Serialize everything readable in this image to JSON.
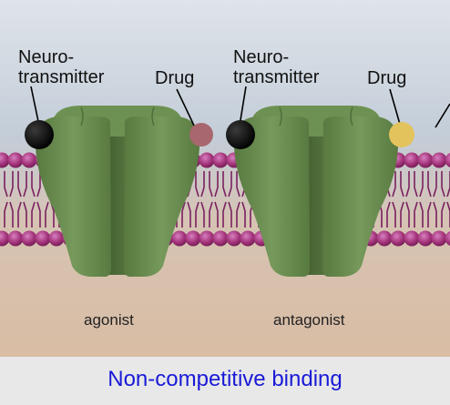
{
  "panels": [
    {
      "neuro_label_line1": "Neuro-",
      "neuro_label_line2": "transmitter",
      "drug_label": "Drug",
      "mode_label": "agonist",
      "drug_color": "#a8676e"
    },
    {
      "neuro_label_line1": "Neuro-",
      "neuro_label_line2": "transmitter",
      "drug_label": "Drug",
      "mode_label": "antagonist",
      "drug_color": "#e3c35c"
    }
  ],
  "caption": "Non-competitive binding",
  "colors": {
    "receptor": "#6a8f52",
    "membrane": "#9a2c72",
    "neurotransmitter": "#000000",
    "caption_text": "#1a1ad8",
    "background_top": "#c5cfd9",
    "background_bottom": "#d9bfa6"
  }
}
